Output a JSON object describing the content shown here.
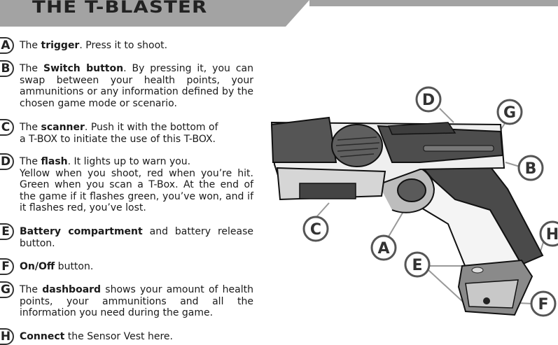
{
  "header": {
    "title": "THE T-BLASTER"
  },
  "items": [
    {
      "letter": "A",
      "pre": "The ",
      "bold": "trigger",
      "post": ". Press it to shoot.",
      "lines": []
    },
    {
      "letter": "B",
      "pre": "The ",
      "bold": "Switch button",
      "post": ". By pressing it, you can swap between your health points, your ammunitions or any information defined by the chosen game mode or scenario.",
      "lines": []
    },
    {
      "letter": "C",
      "pre": "The ",
      "bold": "scanner",
      "post": ". Push it with the bottom of",
      "lines": [
        "a T-BOX to initiate the use of this T-BOX."
      ]
    },
    {
      "letter": "D",
      "pre": "The ",
      "bold": "flash",
      "post": ". It lights up to warn you.",
      "lines": [
        "Yellow when you shoot, red when you’re hit. Green when you scan a T-Box. At the end of the game if it flashes green, you’ve won, and if it flashes red, you’ve lost."
      ]
    },
    {
      "letter": "E",
      "pre": "",
      "bold": "Battery compartment",
      "post": " and battery release button.",
      "lines": []
    },
    {
      "letter": "F",
      "pre": "",
      "bold": "On/Off",
      "post": " button.",
      "lines": []
    },
    {
      "letter": "G",
      "pre": "The ",
      "bold": "dashboard",
      "post": " shows your amount of health points, your ammunitions and all the information you need during the game.",
      "lines": []
    },
    {
      "letter": "H",
      "pre": "",
      "bold": "Connect",
      "post": " the Sensor Vest here.",
      "lines": []
    }
  ],
  "illustration": {
    "callouts": [
      "D",
      "G",
      "B",
      "C",
      "A",
      "H",
      "E",
      "F"
    ]
  },
  "colors": {
    "header_bar": "#a3a3a3",
    "ink": "#1a1a1a"
  }
}
